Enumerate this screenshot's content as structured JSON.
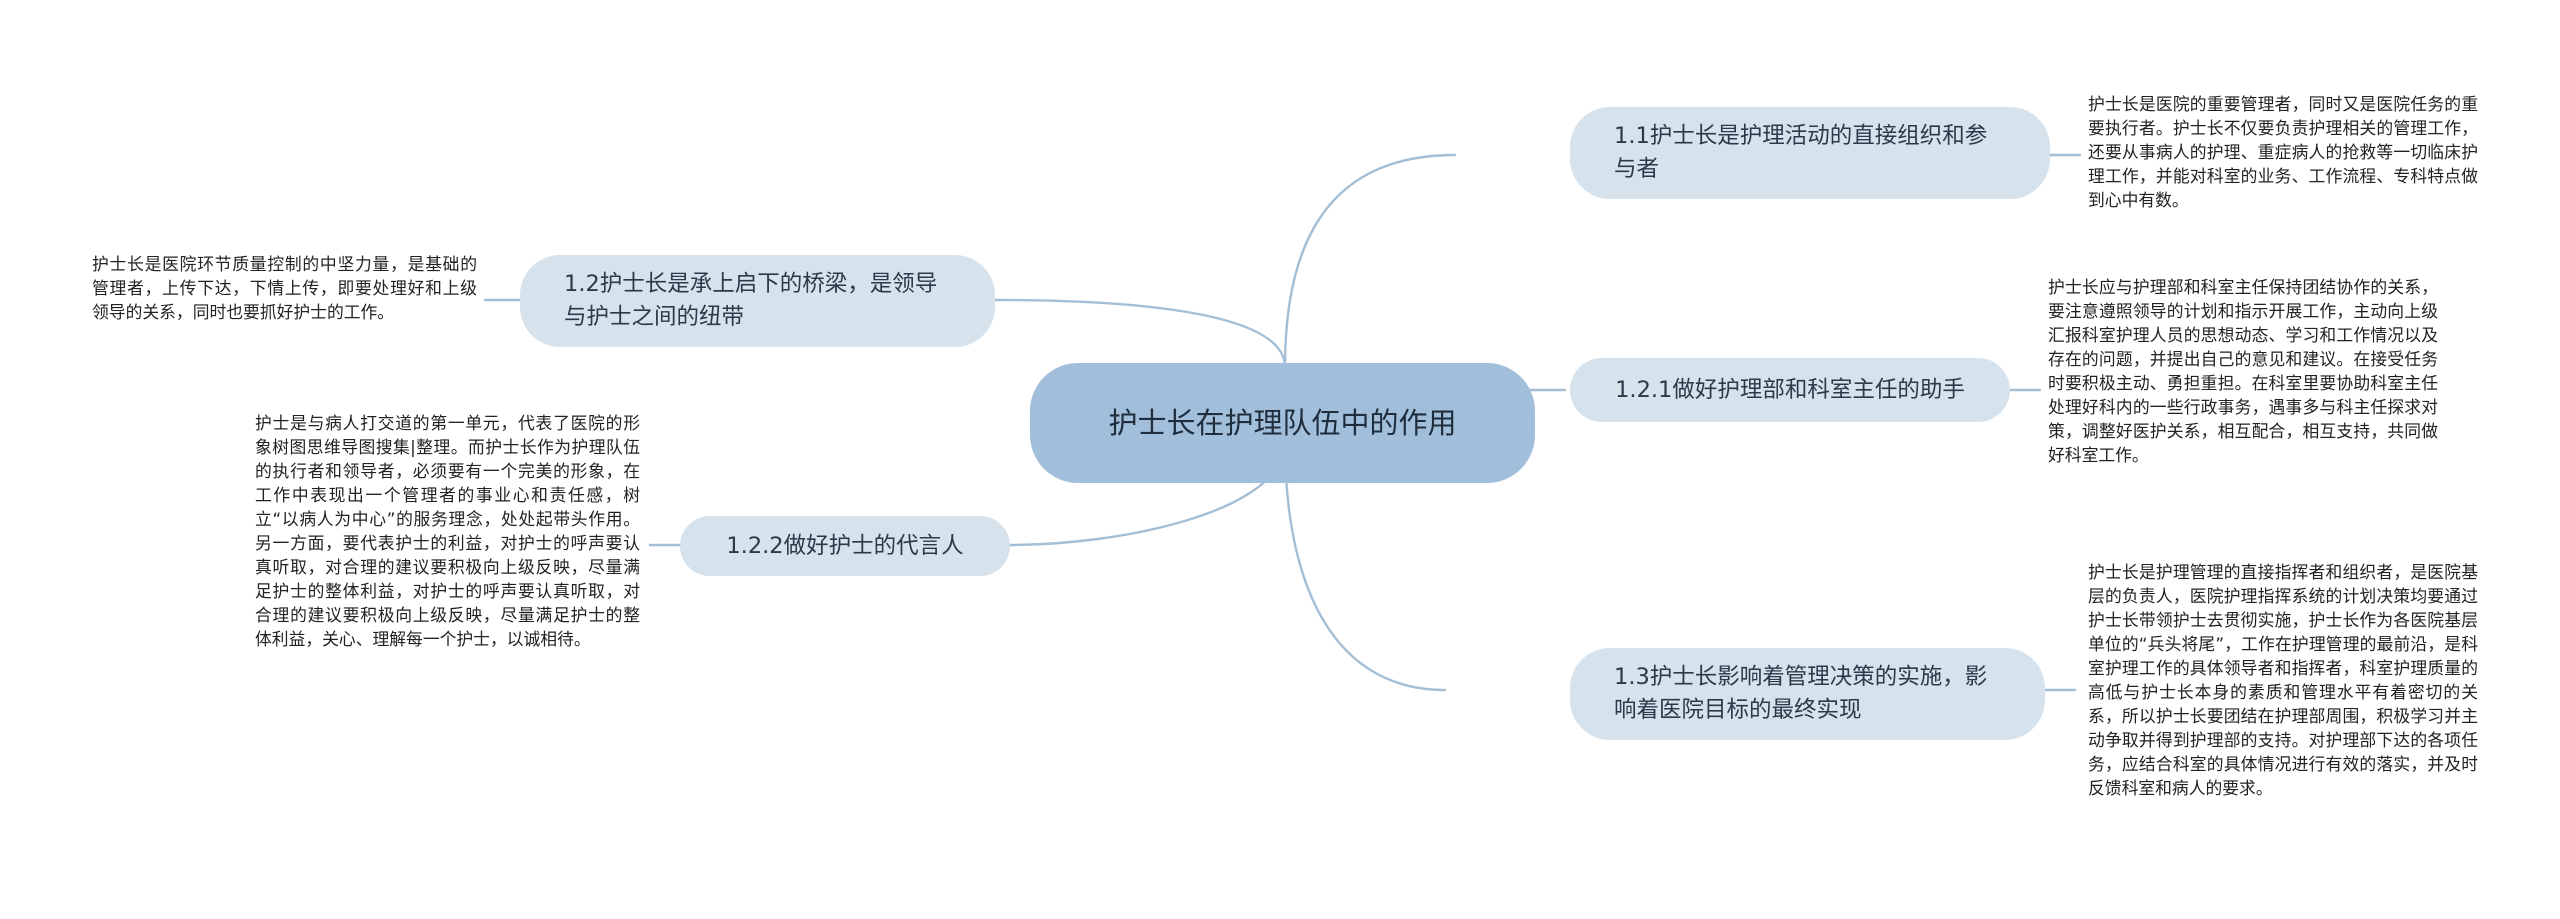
{
  "colors": {
    "root_fill": "#a1bfda",
    "branch_fill": "#d6e2ec",
    "link": "#a4bfd5"
  },
  "root": {
    "label": "护士长在护理队伍中的作用"
  },
  "branches": [
    {
      "id": "b11",
      "label": "1.1护士长是护理活动的直接组织和参与者",
      "note": "护士长是医院的重要管理者，同时又是医院任务的重要执行者。护士长不仅要负责护理相关的管理工作，还要从事病人的护理、重症病人的抢救等一切临床护理工作，并能对科室的业务、工作流程、专科特点做到心中有数。"
    },
    {
      "id": "b121",
      "label": "1.2.1做好护理部和科室主任的助手",
      "note": "护士长应与护理部和科室主任保持团结协作的关系，要注意遵照领导的计划和指示开展工作，主动向上级汇报科室护理人员的思想动态、学习和工作情况以及存在的问题，并提出自己的意见和建议。在接受任务时要积极主动、勇担重担。在科室里要协助科室主任处理好科内的一些行政事务，遇事多与科主任探求对策，调整好医护关系，相互配合，相互支持，共同做好科室工作。"
    },
    {
      "id": "b13",
      "label": "1.3护士长影响着管理决策的实施，影响着医院目标的最终实现",
      "note": "护士长是护理管理的直接指挥者和组织者，是医院基层的负责人，医院护理指挥系统的计划决策均要通过护士长带领护士去贯彻实施，护士长作为各医院基层单位的“兵头将尾”，工作在护理管理的最前沿，是科室护理工作的具体领导者和指挥者，科室护理质量的高低与护士长本身的素质和管理水平有着密切的关系，所以护士长要团结在护理部周围，积极学习并主动争取并得到护理部的支持。对护理部下达的各项任务，应结合科室的具体情况进行有效的落实，并及时反馈科室和病人的要求。"
    },
    {
      "id": "b12",
      "label": "1.2护士长是承上启下的桥梁，是领导与护士之间的纽带",
      "note": "护士长是医院环节质量控制的中坚力量，是基础的管理者，上传下达，下情上传，即要处理好和上级领导的关系，同时也要抓好护士的工作。"
    },
    {
      "id": "b122",
      "label": "1.2.2做好护士的代言人",
      "note": "护士是与病人打交道的第一单元，代表了医院的形象树图思维导图搜集|整理。而护士长作为护理队伍的执行者和领导者，必须要有一个完美的形象，在工作中表现出一个管理者的事业心和责任感，树立“以病人为中心”的服务理念，处处起带头作用。另一方面，要代表护士的利益，对护士的呼声要认真听取，对合理的建议要积极向上级反映，尽量满足护士的整体利益，对护士的呼声要认真听取，对合理的建议要积极向上级反映，尽量满足护士的整体利益，关心、理解每一个护士，以诚相待。"
    }
  ]
}
